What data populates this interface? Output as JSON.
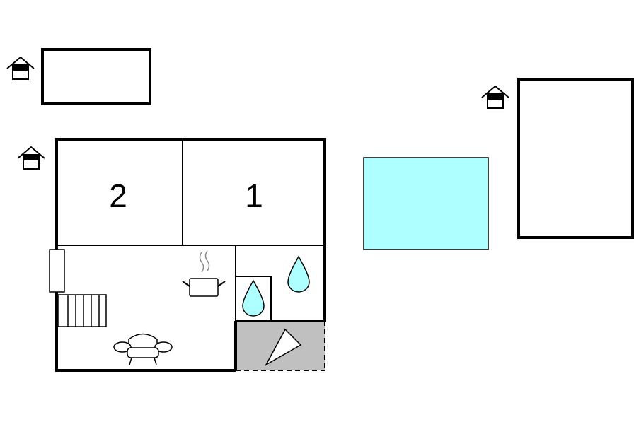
{
  "rooms": [
    {
      "id": "bedroom-2",
      "label": "2"
    },
    {
      "id": "bedroom-1",
      "label": "1"
    }
  ],
  "colors": {
    "pool": "#aeffff",
    "water_drop": "#aeffff",
    "terrace": "#c0c0c0",
    "wall": "#000000",
    "background": "#ffffff"
  },
  "icons": [
    "outbuilding-icon",
    "stairs-icon",
    "cooking-pot-icon",
    "sofa-icon",
    "water-drop-icon",
    "sunshade-icon",
    "door-icon"
  ]
}
